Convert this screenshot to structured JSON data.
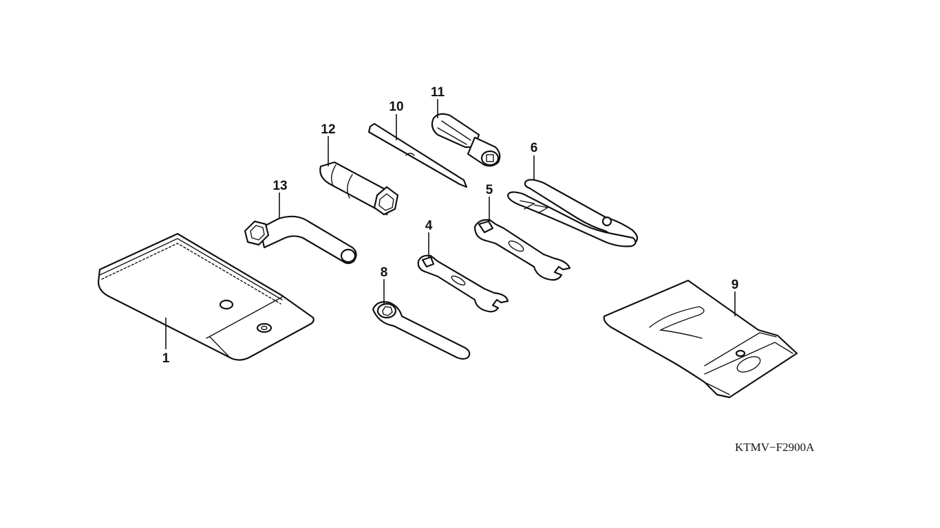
{
  "callouts": {
    "c1": "1",
    "c4": "4",
    "c5": "5",
    "c6": "6",
    "c8": "8",
    "c9": "9",
    "c10": "10",
    "c11": "11",
    "c12": "12",
    "c13": "13"
  },
  "diagram_code": "KTMV−F2900A",
  "colors": {
    "ink": "#111111",
    "background": "#ffffff"
  }
}
